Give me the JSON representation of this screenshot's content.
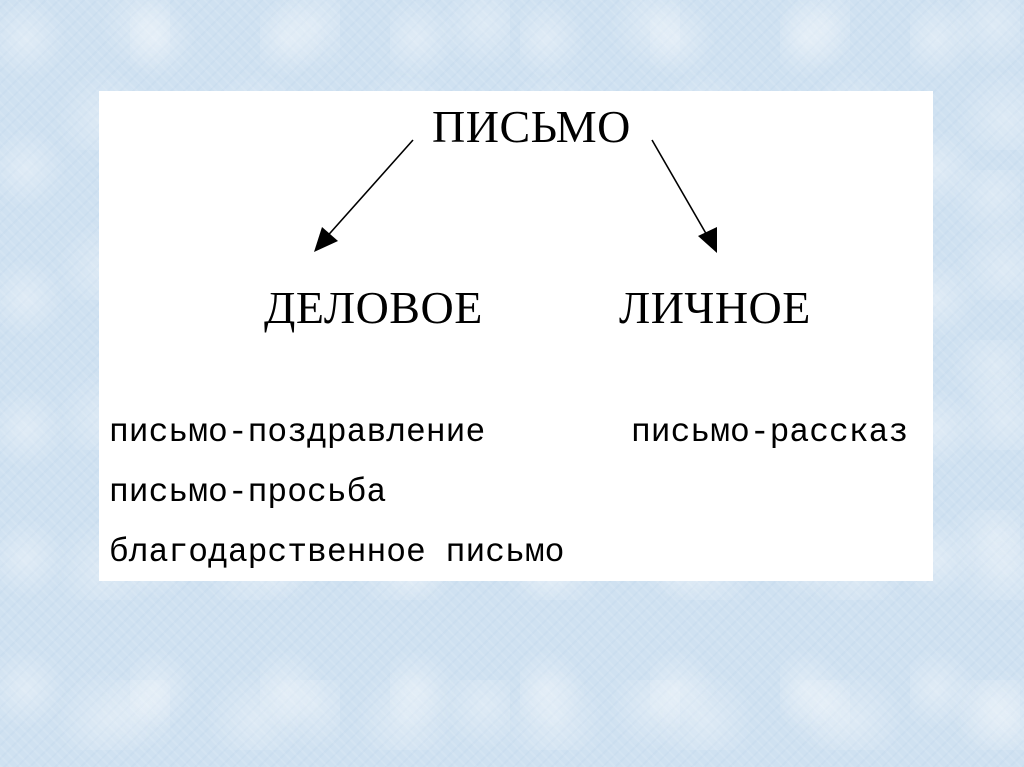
{
  "diagram": {
    "root": "ПИСЬМО",
    "categories": [
      "ДЕЛОВОЕ",
      "ЛИЧНОЕ"
    ],
    "business_items": [
      "письмо-поздравление",
      "письмо-просьба",
      "благодарственное письмо"
    ],
    "personal_items": [
      "письмо-рассказ"
    ]
  },
  "colors": {
    "background": "#cfe1f1",
    "panel": "#ffffff",
    "text": "#000000"
  }
}
